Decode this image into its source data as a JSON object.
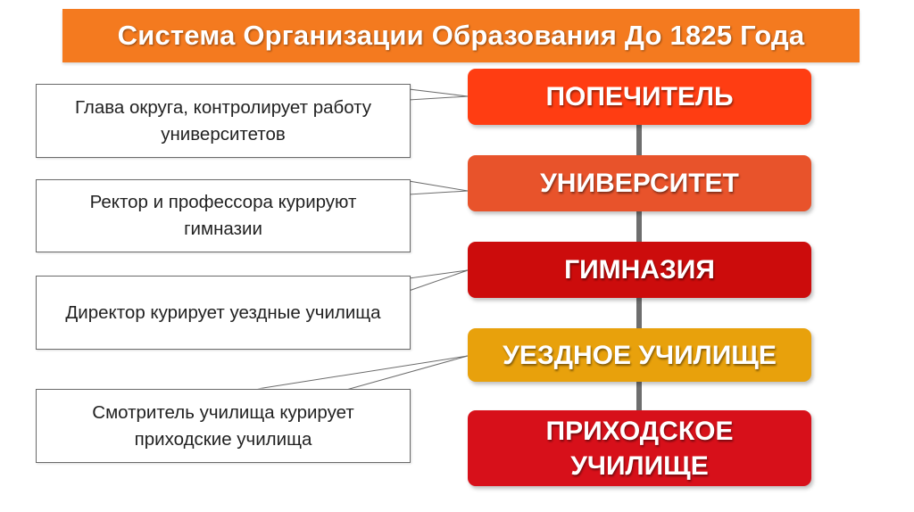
{
  "title": "Система Организации Образования До 1825 Года",
  "levels": [
    {
      "label": "ПОПЕЧИТЕЛЬ",
      "color": "#ff3d12"
    },
    {
      "label": "УНИВЕРСИТЕТ",
      "color": "#e8532b"
    },
    {
      "label": "ГИМНАЗИЯ",
      "color": "#cc0c0c"
    },
    {
      "label": "УЕЗДНОЕ УЧИЛИЩЕ",
      "color": "#e8a10c"
    },
    {
      "label": "ПРИХОДСКОЕ\nУЧИЛИЩЕ",
      "color": "#d7101a"
    }
  ],
  "descriptions": [
    "Глава округа, контролирует работу университетов",
    "Ректор и профессора курируют гимназии",
    "Директор курирует уездные училища",
    "Смотритель училища курирует приходские училища"
  ],
  "colors": {
    "title_bar": "#f47a1f",
    "spine": "#6e6e6e",
    "desc_border": "#6b6b6b"
  }
}
